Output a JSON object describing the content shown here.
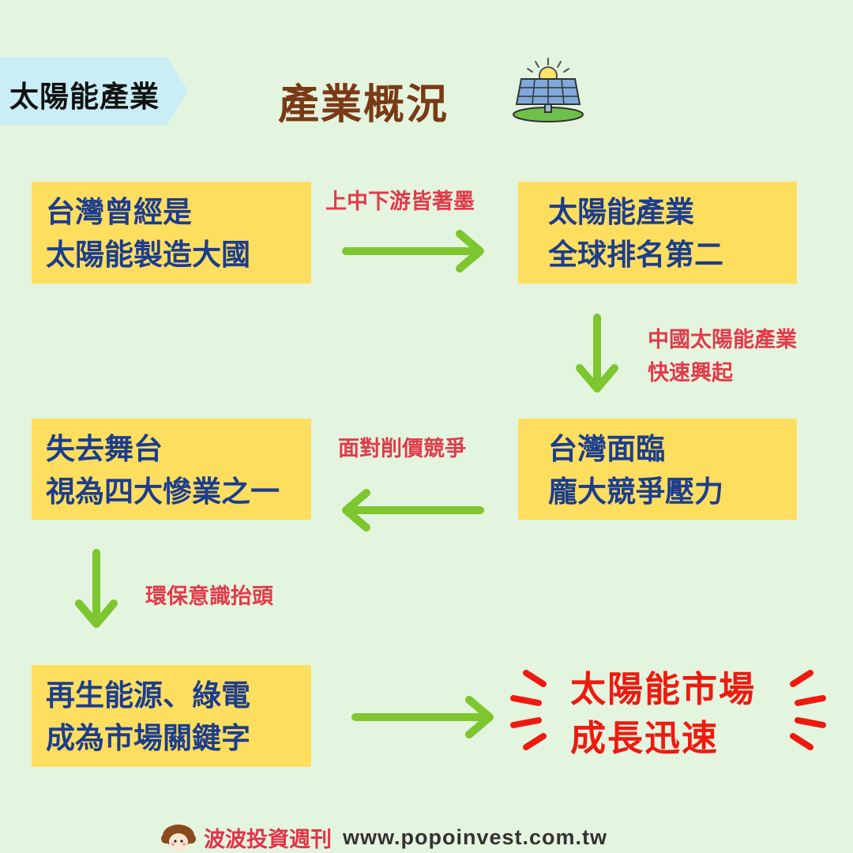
{
  "header": {
    "tag": "太陽能產業",
    "title": "產業概況",
    "icon": "solar-panel-icon"
  },
  "boxes": {
    "b1": [
      "台灣曾經是",
      "太陽能製造大國"
    ],
    "b2": [
      "太陽能產業",
      "全球排名第二"
    ],
    "b3": [
      "台灣面臨",
      "龐大競爭壓力"
    ],
    "b4": [
      "失去舞台",
      "視為四大慘業之一"
    ],
    "b5": [
      "再生能源、綠電",
      "成為市場關鍵字"
    ]
  },
  "labels": {
    "l1": "上中下游皆著墨",
    "l2": [
      "中國太陽能產業",
      "快速興起"
    ],
    "l3": "面對削價競爭",
    "l4": "環保意識抬頭"
  },
  "result": [
    "太陽能市場",
    "成長迅速"
  ],
  "footer": {
    "brand": "波波投資週刊",
    "url": "www.popoinvest.com.tw"
  },
  "colors": {
    "background": "#e4f5df",
    "box": "#fede5f",
    "box_text": "#1c3d8e",
    "label_text": "#e23a4a",
    "arrow": "#7ec62f",
    "result_text": "#ee1a10",
    "title_text": "#7a3a16",
    "tag_bg": "#c9eef6"
  }
}
